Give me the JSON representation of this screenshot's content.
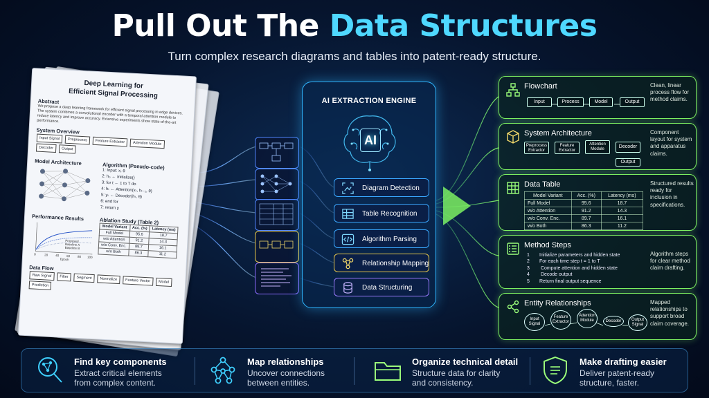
{
  "title": {
    "part1": "Pull Out The ",
    "part2": "Data Structures"
  },
  "subtitle": "Turn complex research diagrams and tables into patent-ready structure.",
  "document": {
    "title_line1": "Deep Learning for",
    "title_line2": "Efficient Signal Processing",
    "abstract_heading": "Abstract",
    "abstract_text": "We propose a deep learning framework for efficient signal processing in edge devices. The system combines a convolutional encoder with a temporal attention module to reduce latency and improve accuracy. Extensive experiments show state-of-the-art performance.",
    "system_overview_heading": "System Overview",
    "system_boxes": [
      "Input Signal",
      "Preprocess",
      "Feature Extractor",
      "Attention Module",
      "Decoder",
      "Output"
    ],
    "model_arch_heading": "Model Architecture",
    "algorithm_heading": "Algorithm (Pseudo-code)",
    "algorithm_lines": [
      "1:  Input: x, θ",
      "2:  h₀ ← Initialize()",
      "3:  for t ← 1 to T do",
      "4:    hₜ ← Attention(xₜ, hₜ₋₁, θ)",
      "5:    yₜ ← Decoder(hₜ, θ)",
      "6:  end for",
      "7:  return y"
    ],
    "performance_heading": "Performance Results",
    "legend": [
      "Proposed",
      "Baseline A",
      "Baseline B"
    ],
    "x_ticks": [
      "0",
      "20",
      "40",
      "60",
      "80",
      "100"
    ],
    "x_label": "Epoch",
    "ablation_heading": "Ablation Study (Table 2)",
    "ablation_headers": [
      "Model Variant",
      "Acc. (%)",
      "Latency (ms)"
    ],
    "ablation_rows": [
      [
        "Full Model",
        "95.6",
        "18.7"
      ],
      [
        "w/o Attention",
        "91.2",
        "14.3"
      ],
      [
        "w/o Conv. Enc.",
        "89.7",
        "16.1"
      ],
      [
        "w/o Both",
        "86.3",
        "11.2"
      ]
    ],
    "dataflow_heading": "Data Flow",
    "dataflow_boxes": [
      "Raw Signal",
      "Filter",
      "Segment",
      "Normalize",
      "Feature Vector",
      "Model",
      "Prediction"
    ]
  },
  "engine": {
    "title": "AI EXTRACTION ENGINE",
    "chip": "AI",
    "steps": [
      "Diagram Detection",
      "Table Recognition",
      "Algorithm Parsing",
      "Relationship Mapping",
      "Data Structuring"
    ]
  },
  "cards": {
    "flowchart": {
      "title": "Flowchart",
      "desc": "Clean, linear process flow for method claims.",
      "boxes": [
        "Input",
        "Process",
        "Model",
        "Output"
      ]
    },
    "architecture": {
      "title": "System Architecture",
      "desc": "Component layout for system and apparatus claims.",
      "boxes": [
        "Preprocess Extractor",
        "Feature Extractor",
        "Attention Module",
        "Decoder",
        "Output"
      ]
    },
    "table": {
      "title": "Data Table",
      "desc": "Structured results ready for inclusion in specifications.",
      "headers": [
        "Model Variant",
        "Acc. (%)",
        "Latency (ms)"
      ],
      "rows": [
        [
          "Full Model",
          "95.6",
          "18.7"
        ],
        [
          "w/o Attention",
          "91.2",
          "14.3"
        ],
        [
          "w/o Conv. Enc.",
          "89.7",
          "16.1"
        ],
        [
          "w/o Both",
          "86.3",
          "11.2"
        ]
      ]
    },
    "method": {
      "title": "Method Steps",
      "desc": "Algorithm steps for clear method claim drafting.",
      "steps": [
        [
          "1",
          "Initialize parameters and hidden state"
        ],
        [
          "2",
          "For each time step t = 1 to T"
        ],
        [
          "3",
          "  Compute attention and hidden state"
        ],
        [
          "4",
          "  Decode output"
        ],
        [
          "5",
          "Return final output sequence"
        ]
      ]
    },
    "entity": {
      "title": "Entity Relationships",
      "desc": "Mapped relationships to support broad claim coverage.",
      "nodes": [
        "Input Signal",
        "Feature Extractor",
        "Attention Module",
        "Decoder",
        "Output Signal"
      ]
    }
  },
  "features": [
    {
      "title": "Find key components",
      "line1": "Extract critical elements",
      "line2": "from complex content.",
      "icon": "magnifier-network-icon"
    },
    {
      "title": "Map relationships",
      "line1": "Uncover connections",
      "line2": "between entities.",
      "icon": "network-icon"
    },
    {
      "title": "Organize technical detail",
      "line1": "Structure data for clarity",
      "line2": "and consistency.",
      "icon": "folder-icon"
    },
    {
      "title": "Make drafting easier",
      "line1": "Deliver patent-ready",
      "line2": "structure, faster.",
      "icon": "shield-document-icon"
    }
  ],
  "colors": {
    "accent_cyan": "#4fd8ff",
    "accent_green": "#7df061",
    "accent_blue": "#2fb6ff",
    "background": "#06142d"
  }
}
